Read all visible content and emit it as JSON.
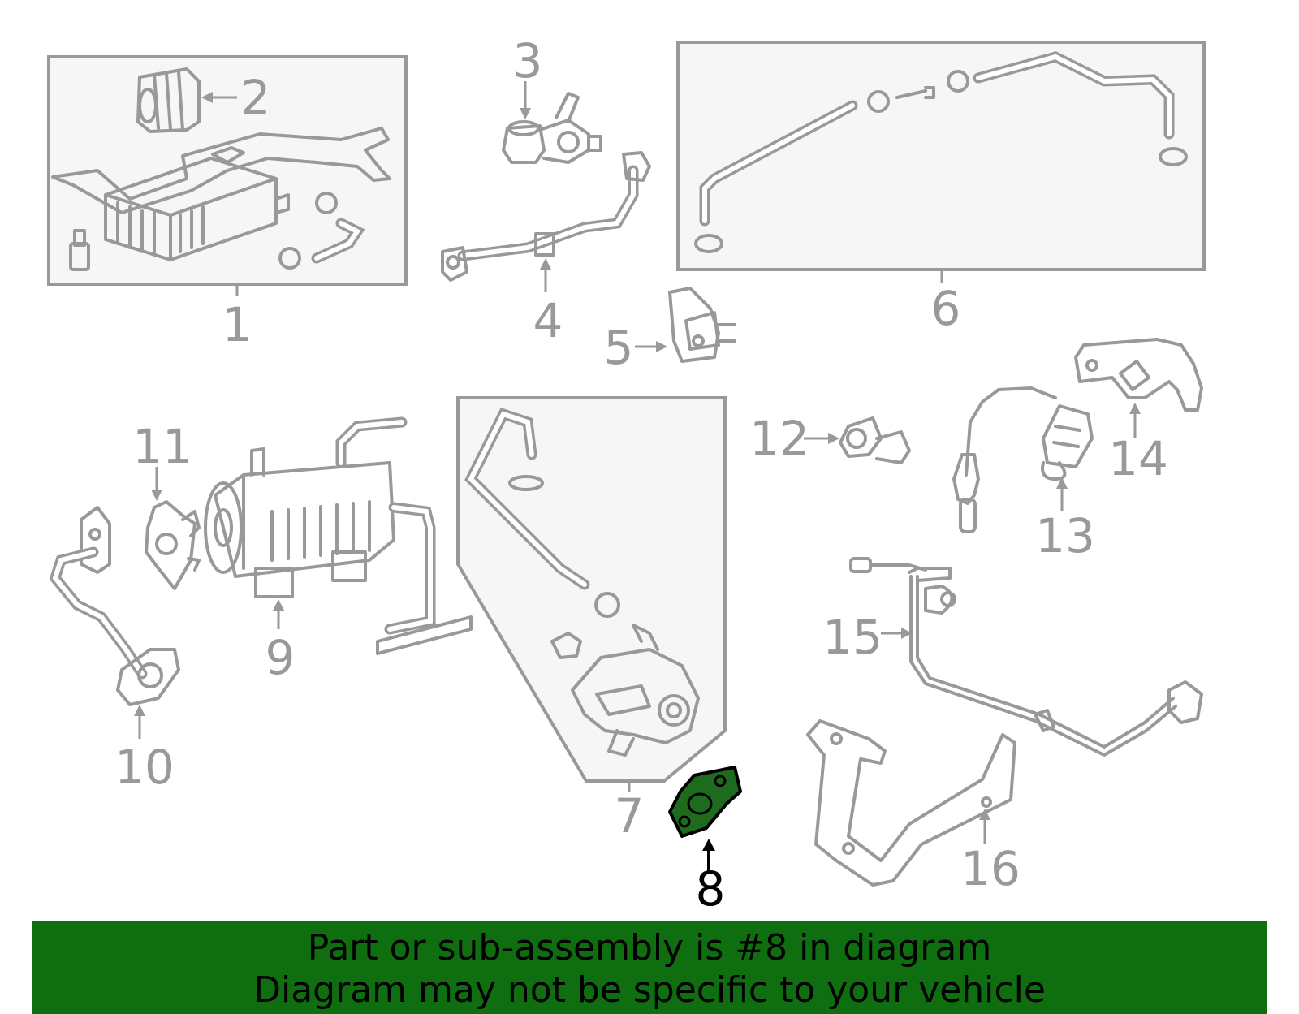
{
  "diagram": {
    "selected_part": "8",
    "highlight_color": "#1e6b1e",
    "line_color": "#999999",
    "callouts": [
      {
        "id": "1",
        "label": "1"
      },
      {
        "id": "2",
        "label": "2"
      },
      {
        "id": "3",
        "label": "3"
      },
      {
        "id": "4",
        "label": "4"
      },
      {
        "id": "5",
        "label": "5"
      },
      {
        "id": "6",
        "label": "6"
      },
      {
        "id": "7",
        "label": "7"
      },
      {
        "id": "8",
        "label": "8"
      },
      {
        "id": "9",
        "label": "9"
      },
      {
        "id": "10",
        "label": "10"
      },
      {
        "id": "11",
        "label": "11"
      },
      {
        "id": "12",
        "label": "12"
      },
      {
        "id": "13",
        "label": "13"
      },
      {
        "id": "14",
        "label": "14"
      },
      {
        "id": "15",
        "label": "15"
      },
      {
        "id": "16",
        "label": "16"
      }
    ]
  },
  "banner": {
    "background": "#0f6e0f",
    "line1": "Part or sub-assembly is #8 in diagram",
    "line2": "Diagram may not be specific to your vehicle"
  }
}
